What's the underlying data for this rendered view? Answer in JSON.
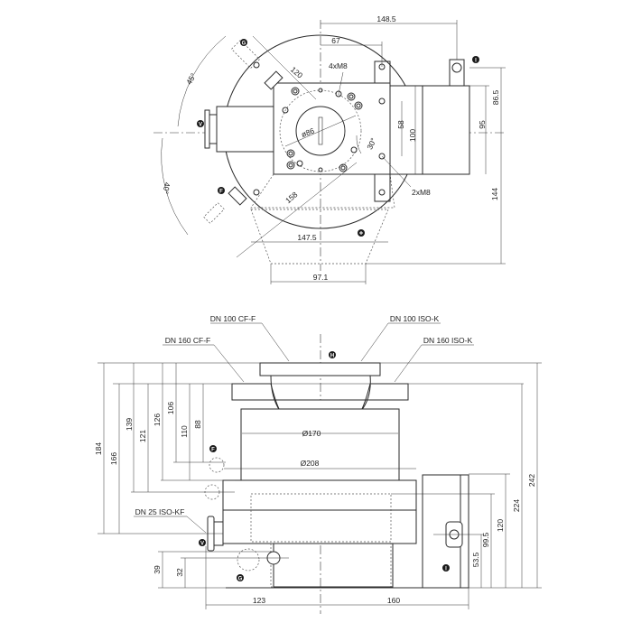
{
  "top_view": {
    "dims": {
      "d148_5": "148.5",
      "d67": "67",
      "m8x4": "4xM8",
      "d120": "120",
      "a45": "45°",
      "d86_5": "86.5",
      "d95": "95",
      "d58": "58",
      "d100": "100",
      "dia86": "ø86",
      "a30": "30°",
      "a40": "40°",
      "m8x2": "2xM8",
      "d144": "144",
      "d158": "158",
      "d147_5": "147.5",
      "d97_1": "97.1"
    },
    "markers": {
      "g": "G",
      "v": "V",
      "f": "F",
      "i": "I"
    }
  },
  "side_view": {
    "flanges": {
      "dn100cf": "DN 100 CF-F",
      "dn100iso": "DN 100 ISO-K",
      "dn160cf": "DN 160 CF-F",
      "dn160iso": "DN 160 ISO-K",
      "dn25kf": "DN 25 ISO-KF"
    },
    "dims": {
      "d184": "184",
      "d166": "166",
      "d139": "139",
      "d121": "121",
      "d126": "126",
      "d106": "106",
      "d110": "110",
      "d88": "88",
      "d39": "39",
      "d32": "32",
      "d242": "242",
      "d224": "224",
      "d120": "120",
      "d99_5": "99.5",
      "d53_5": "53.5",
      "dia170": "Ø170",
      "dia208": "Ø208",
      "d123": "123",
      "d160": "160"
    },
    "markers": {
      "h": "H",
      "f": "F",
      "v": "V",
      "g": "G",
      "i": "I"
    }
  }
}
